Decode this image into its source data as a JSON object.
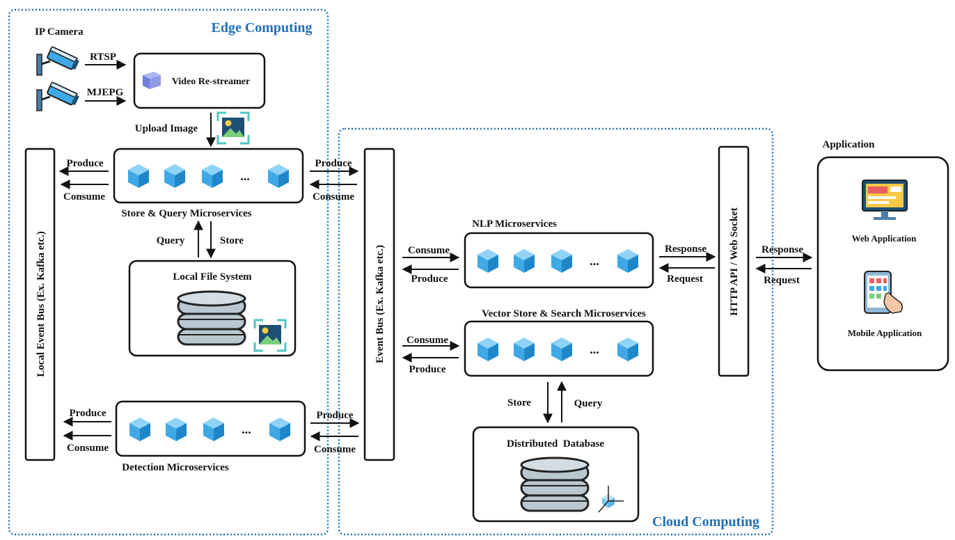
{
  "regions": {
    "edge": "Edge Computing",
    "cloud": "Cloud Computing",
    "application": "Application"
  },
  "camera": {
    "title": "IP Camera",
    "protocol_1": "RTSP",
    "protocol_2": "MJEPG"
  },
  "restreamer": {
    "label": "Video Re-streamer"
  },
  "upload_image": "Upload Image",
  "local_bus": {
    "label": "Local Event Bus (Ex. Kafka etc.)"
  },
  "event_bus": {
    "label": "Event Bus (Ex. Kafka etc.)"
  },
  "http_api": {
    "label": "HTTP API / Web Socket"
  },
  "store_query": {
    "title": "Store & Query Microservices",
    "ellipsis": "...",
    "left_out": "Produce",
    "left_in": "Consume",
    "right_out": "Produce",
    "right_in": "Consume"
  },
  "local_fs": {
    "title": "Local File System",
    "query": "Query",
    "store": "Store"
  },
  "detection": {
    "title": "Detection Microservices",
    "ellipsis": "...",
    "left_out": "Produce",
    "left_in": "Consume",
    "right_out": "Produce",
    "right_in": "Consume"
  },
  "nlp": {
    "title": "NLP Microservices",
    "ellipsis": "...",
    "consume": "Consume",
    "produce": "Produce",
    "response": "Response",
    "request": "Request"
  },
  "vector": {
    "title": "Vector Store & Search Microservices",
    "ellipsis": "...",
    "consume": "Consume",
    "produce": "Produce",
    "store": "Store",
    "query": "Query"
  },
  "database": {
    "title": "Distributed  Database"
  },
  "app_link": {
    "response": "Response",
    "request": "Request"
  },
  "apps": {
    "web": "Web Application",
    "mobile": "Mobile Application"
  },
  "colors": {
    "region_border": "#1f6fb8",
    "cube_top": "#8fd3f7",
    "cube_left": "#3fa9e6",
    "cube_right": "#1f87c9",
    "db_fill": "#b9c7d0"
  }
}
